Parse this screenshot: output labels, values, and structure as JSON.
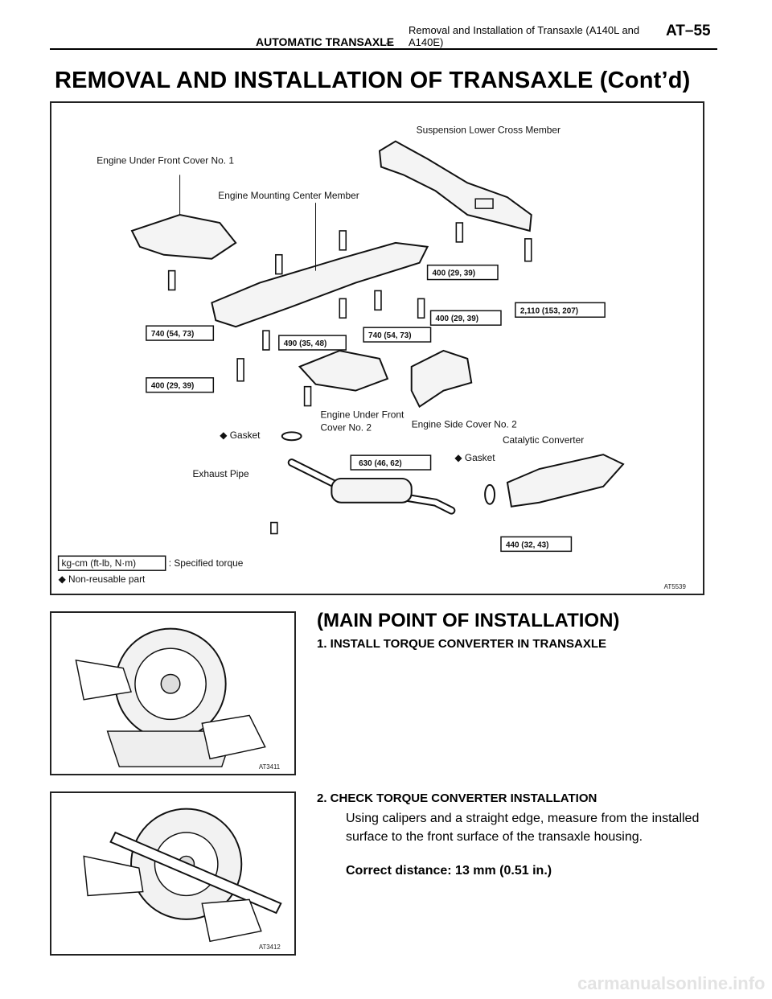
{
  "header": {
    "section": "AUTOMATIC TRANSAXLE",
    "dash": "–",
    "title": "Removal and Installation of Transaxle (A140L and A140E)",
    "page": "AT–55"
  },
  "main_title": "REMOVAL AND INSTALLATION OF TRANSAXLE (Cont’d)",
  "figure_main": {
    "code": "AT5539",
    "labels": {
      "suspension": "Suspension Lower Cross Member",
      "front_cover_1": "Engine Under Front Cover No. 1",
      "mounting_center": "Engine Mounting Center Member",
      "front_cover_2_a": "Engine Under Front",
      "front_cover_2_b": "Cover No. 2",
      "side_cover_2": "Engine Side Cover No. 2",
      "catalytic": "Catalytic Converter",
      "gasket_left": "◆ Gasket",
      "gasket_right": "◆ Gasket",
      "exhaust": "Exhaust Pipe"
    },
    "torque": {
      "t1": "400 (29, 39)",
      "t2": "400 (29, 39)",
      "t3": "2,110 (153, 207)",
      "t4": "740 (54, 73)",
      "t5": "490 (35, 48)",
      "t6": "740 (54, 73)",
      "t7": "400 (29, 39)",
      "t8": "630 (46, 62)",
      "t9": "440 (32, 43)"
    },
    "legend": {
      "torque_box": "kg-cm (ft-lb, N·m)",
      "torque_text": ": Specified torque",
      "nonreusable": "◆ Non-reusable part"
    }
  },
  "figure_a": {
    "code": "AT3411"
  },
  "figure_b": {
    "code": "AT3412"
  },
  "section_title": "(MAIN POINT OF INSTALLATION)",
  "step1": "1. INSTALL TORQUE CONVERTER IN TRANSAXLE",
  "step2": "2. CHECK TORQUE CONVERTER INSTALLATION",
  "step2_body": "Using calipers and a straight edge, measure from the installed surface to the front surface of the transaxle housing.",
  "step2_spec": "Correct distance: 13 mm (0.51 in.)",
  "watermark": "carmanualsonline.info"
}
